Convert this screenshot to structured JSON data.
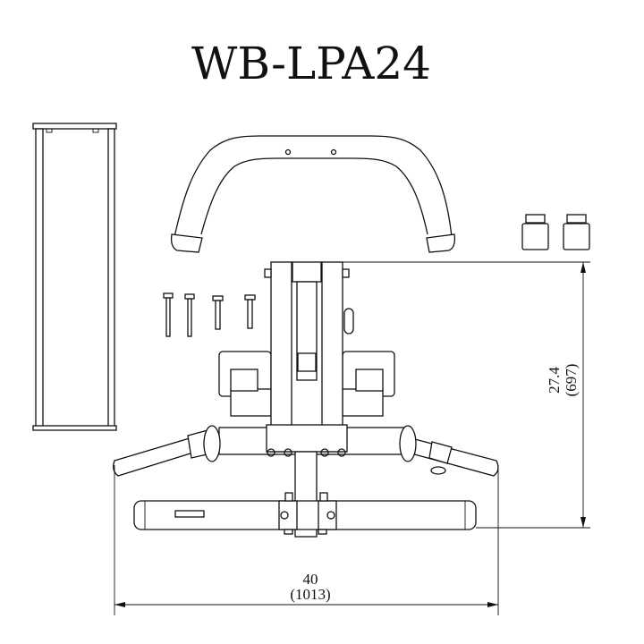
{
  "title": "WB-LPA24",
  "dimensions": {
    "height": {
      "inches": "27.4",
      "mm": "(697)"
    },
    "width": {
      "inches": "40",
      "mm": "(1013)"
    }
  }
}
